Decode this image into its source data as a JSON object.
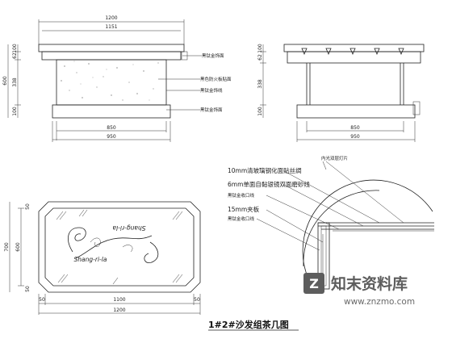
{
  "title": "1#2#沙发组茶几图",
  "watermark": {
    "brand": "知末资料库",
    "url": "www.znzmo.com"
  },
  "front_view": {
    "top_widths": [
      "1200",
      "1151"
    ],
    "bottom_widths": [
      "850",
      "950"
    ],
    "heights": [
      "600",
      "100",
      "62",
      "338",
      "100"
    ],
    "labels": [
      "黑钛金饰面",
      "黑色防火板贴面",
      "黑钛金饰线",
      "黑钛金饰面"
    ]
  },
  "side_view": {
    "heights": [
      "100",
      "62",
      "338",
      "100"
    ],
    "bottom_widths": [
      "850",
      "950"
    ]
  },
  "plan_view": {
    "heights": [
      "700",
      "600",
      "50",
      "50"
    ],
    "widths": [
      "50",
      "1100",
      "50",
      "1200"
    ],
    "ornament_text": "Shang-ri-la"
  },
  "detail_view": {
    "labels": [
      "内光双层灯片",
      "10mm清玻璃钢化面贴丝绸",
      "6mm单面自黏银镜双面磨砂线",
      "黑钛金收口线",
      "15mm夹板",
      "黑钛金收口线"
    ]
  }
}
